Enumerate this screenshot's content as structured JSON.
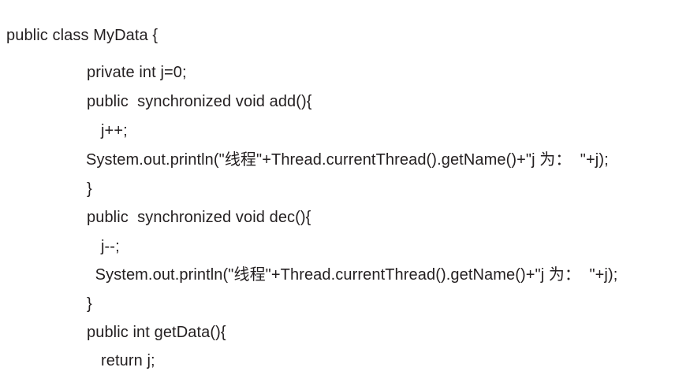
{
  "document": {
    "kind": "code-snippet",
    "language": "Java",
    "class_name": "MyData",
    "background_color": "#ffffff",
    "text_color": "#231f20",
    "lines": [
      {
        "id": "line-1",
        "indent": 0,
        "text": "public class MyData {"
      },
      {
        "id": "line-2",
        "indent": 1,
        "text": "private int j=0;"
      },
      {
        "id": "line-3",
        "indent": 1,
        "text": "public  synchronized void add(){"
      },
      {
        "id": "line-4",
        "indent": 2,
        "text": "j++;"
      },
      {
        "id": "line-5",
        "indent": 1,
        "text": "System.out.println(\"线程\"+Thread.currentThread().getName()+\"j 为：  \"+j);"
      },
      {
        "id": "line-6",
        "indent": 1,
        "text": "}"
      },
      {
        "id": "line-7",
        "indent": 1,
        "text": "public  synchronized void dec(){"
      },
      {
        "id": "line-8",
        "indent": 2,
        "text": "j--;"
      },
      {
        "id": "line-9",
        "indent": 1,
        "text": " System.out.println(\"线程\"+Thread.currentThread().getName()+\"j 为：  \"+j);"
      },
      {
        "id": "line-10",
        "indent": 1,
        "text": "}"
      },
      {
        "id": "line-11",
        "indent": 1,
        "text": "public int getData(){"
      },
      {
        "id": "line-12",
        "indent": 2,
        "text": "return j;"
      }
    ]
  }
}
